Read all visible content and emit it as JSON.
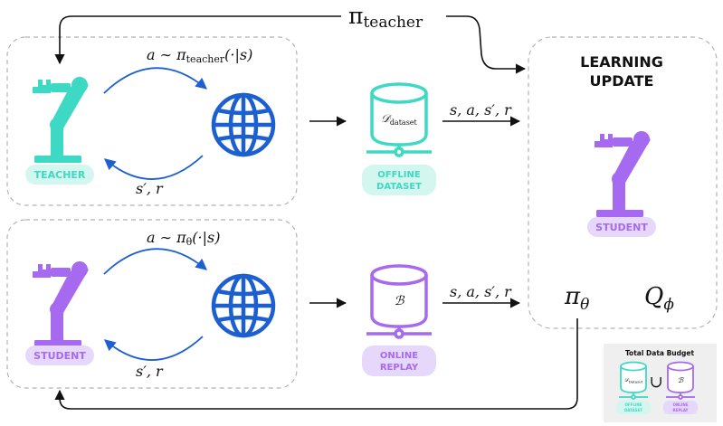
{
  "colors": {
    "teacher": "#3ed9c4",
    "teacher_light": "#d3f6ef",
    "student": "#a56af0",
    "student_light": "#e6d8fb",
    "globe": "#1c5fd1",
    "arrow_blue": "#1c5fd1",
    "border": "#b5b5b5",
    "text": "#111111"
  },
  "icons": [
    "robot-arm-icon",
    "globe-icon",
    "database-icon"
  ],
  "top_label": {
    "pi": "π",
    "sub": "teacher"
  },
  "teacher_panel": {
    "action_label": "a ∼ π",
    "action_sub": "teacher",
    "action_args": "(·|s)",
    "feedback_label": "s′, r",
    "badge": "TEACHER"
  },
  "student_panel": {
    "action_label": "a ∼ π",
    "action_sub": "θ",
    "action_args": "(·|s)",
    "feedback_label": "s′, r",
    "badge": "STUDENT"
  },
  "offline_dataset": {
    "symbol": "𝒟",
    "symbol_sub": "dataset",
    "badge_lines": [
      "OFFLINE",
      "DATASET"
    ]
  },
  "online_replay": {
    "symbol": "ℬ",
    "badge_lines": [
      "ONLINE",
      "REPLAY"
    ]
  },
  "transition_labels": [
    "s, a, s′, r",
    "s, a, s′, r"
  ],
  "learning_update": {
    "title_lines": [
      "LEARNING",
      "UPDATE"
    ],
    "badge": "STUDENT",
    "pi": "π",
    "pi_sub": "θ",
    "q": "Q",
    "q_sub": "ϕ"
  },
  "budget": {
    "title": "Total Data Budget",
    "union": "∪",
    "left_symbol": "𝒟",
    "left_sub": "Dataset",
    "right_symbol": "ℬ",
    "left_badge_lines": [
      "OFFLINE",
      "DATASET"
    ],
    "right_badge_lines": [
      "ONLINE",
      "REPLAY"
    ]
  }
}
